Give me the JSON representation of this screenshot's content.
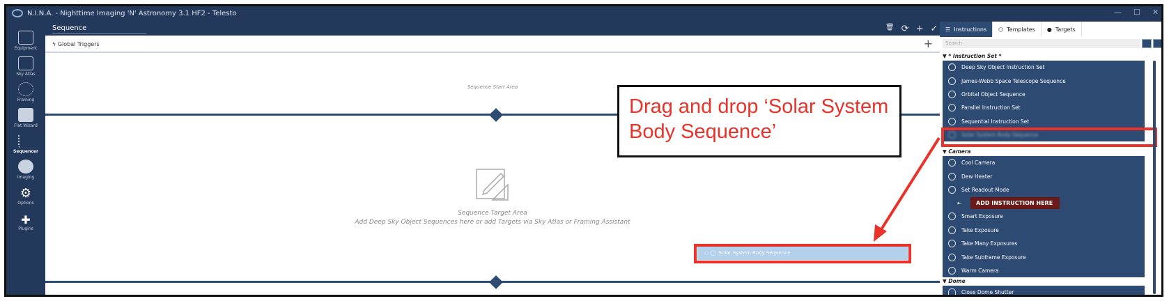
{
  "window": {
    "title": "N.I.N.A. - Nighttime Imaging 'N' Astronomy 3.1 HF2  -  Telesto",
    "minimize": "—",
    "maximize": "☐",
    "close": "✕"
  },
  "sidebar": {
    "items": [
      {
        "label": "Equipment"
      },
      {
        "label": "Sky Atlas"
      },
      {
        "label": "Framing"
      },
      {
        "label": "Flat Wizard"
      },
      {
        "label": "Sequencer"
      },
      {
        "label": "Imaging"
      },
      {
        "label": "Options"
      },
      {
        "label": "Plugins"
      }
    ]
  },
  "sequence": {
    "tab": "Sequence",
    "toolbar": [
      "🗑",
      "⟳",
      "+",
      "✓"
    ],
    "global_triggers": "Global Triggers",
    "add": "+",
    "start_area": "Sequence Start Area",
    "target_area": "Sequence Target Area",
    "target_hint": "Add Deep Sky Object Sequences here or add Targets via Sky Atlas or Framing Assistant",
    "dragged_item": "Solar System Body Sequence"
  },
  "callout": {
    "text": "Drag and drop ‘Solar System Body Sequence’"
  },
  "panel": {
    "tabs": [
      "Instructions",
      "Templates",
      "Targets"
    ],
    "search_placeholder": "Search",
    "groups": [
      {
        "name": "* Instruction Set *",
        "items": [
          "Deep Sky Object Instruction Set",
          "James-Webb Space Telescope Sequence",
          "Orbital Object Sequence",
          "Parallel Instruction Set",
          "Sequential Instruction Set",
          "Solar System Body Sequence"
        ]
      },
      {
        "name": "Camera",
        "items": [
          "Cool Camera",
          "Dew Heater",
          "Set Readout Mode",
          "Smart Exposure",
          "Take Exposure",
          "Take Many Exposures",
          "Take Subframe Exposure",
          "Warm Camera"
        ]
      },
      {
        "name": "Dome",
        "items": [
          "Close Dome Shutter"
        ]
      }
    ],
    "add_instruction": "ADD INSTRUCTION HERE",
    "arrow": "←"
  },
  "colors": {
    "accent": "#2d4a72",
    "annotation": "#e8322a",
    "drop_hint": "#6b1a17"
  }
}
